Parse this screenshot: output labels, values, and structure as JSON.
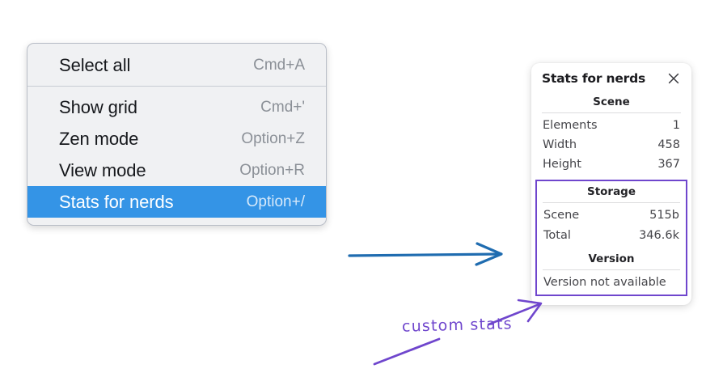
{
  "context_menu": {
    "groups": [
      {
        "items": [
          {
            "label": "Select all",
            "shortcut": "Cmd+A",
            "selected": false
          }
        ]
      },
      {
        "items": [
          {
            "label": "Show grid",
            "shortcut": "Cmd+'",
            "selected": false
          },
          {
            "label": "Zen mode",
            "shortcut": "Option+Z",
            "selected": false
          },
          {
            "label": "View mode",
            "shortcut": "Option+R",
            "selected": false
          },
          {
            "label": "Stats for nerds",
            "shortcut": "Option+/",
            "selected": true
          }
        ]
      }
    ],
    "highlight_color": "#3494e6",
    "background_color": "#f0f1f3"
  },
  "stats_panel": {
    "title": "Stats for nerds",
    "close_icon": "close-icon",
    "scene": {
      "heading": "Scene",
      "rows": [
        {
          "key": "Elements",
          "value": "1"
        },
        {
          "key": "Width",
          "value": "458"
        },
        {
          "key": "Height",
          "value": "367"
        }
      ]
    },
    "storage": {
      "heading": "Storage",
      "rows": [
        {
          "key": "Scene",
          "value": "515b"
        },
        {
          "key": "Total",
          "value": "346.6k"
        }
      ]
    },
    "version": {
      "heading": "Version",
      "note": "Version not available"
    },
    "custom_box_color": "#6f46cd"
  },
  "annotations": {
    "handwritten_label": "custom stats",
    "arrow_blue_color": "#1f6cb0",
    "arrow_purple_color": "#6f46cd"
  }
}
